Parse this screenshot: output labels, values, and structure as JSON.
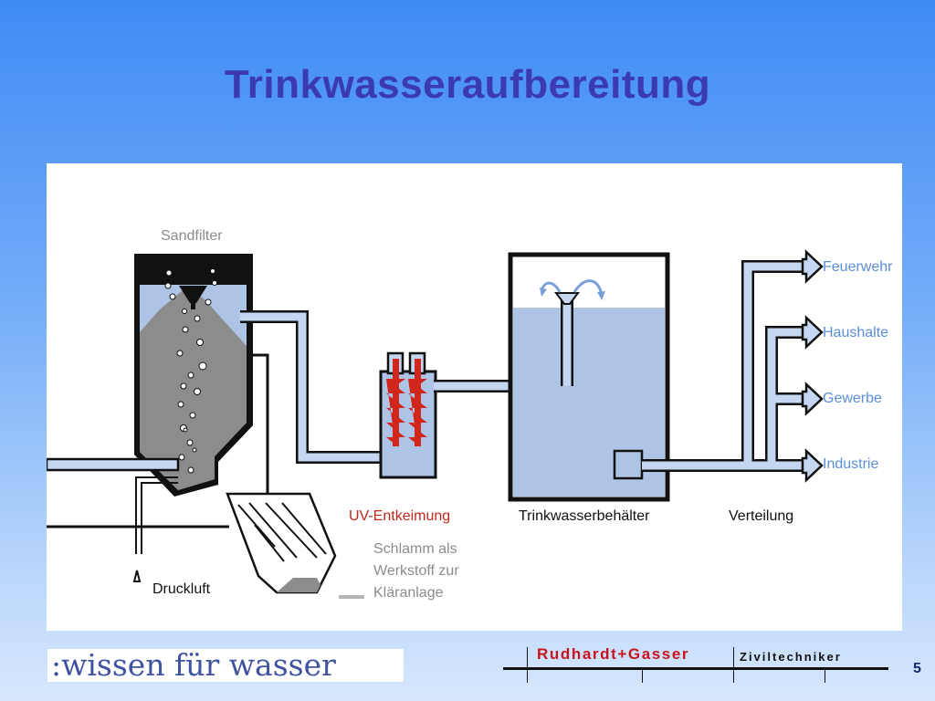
{
  "slide": {
    "title": "Trinkwasseraufbereitung",
    "page_number": "5"
  },
  "diagram": {
    "labels": {
      "sandfilter": "Sandfilter",
      "uv": "UV-Entkeimung",
      "tank": "Trinkwasserbehälter",
      "verteilung": "Verteilung",
      "schlamm_1": "Schlamm als",
      "schlamm_2": "Werkstoff zur",
      "schlamm_3": "Kläranlage",
      "druckluft": "Druckluft"
    },
    "outputs": [
      "Feuerwehr",
      "Haushalte",
      "Gewerbe",
      "Industrie"
    ],
    "colors": {
      "water": "#adc4e6",
      "pipe_fill": "#c4d6f0",
      "outline": "#111111",
      "sand": "#8c8c8c",
      "uv_lamp": "#d0261c",
      "output_text": "#5b8fd8"
    }
  },
  "footer": {
    "logo_text": ":wissen für wasser",
    "firm_name": "Rudhardt+Gasser",
    "firm_sub": "Ziviltechniker"
  }
}
